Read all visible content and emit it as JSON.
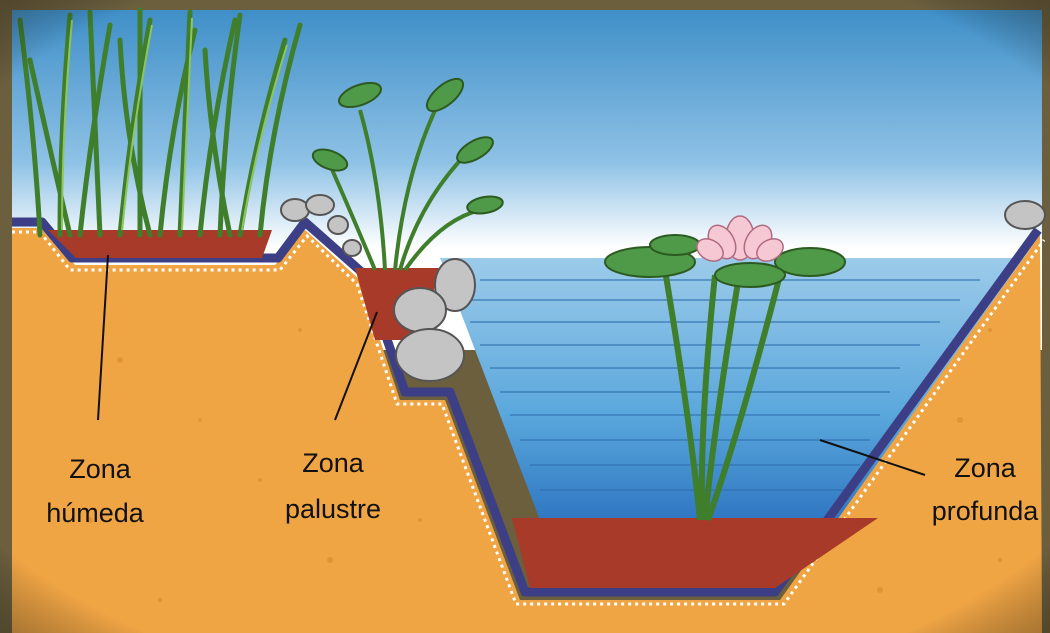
{
  "labels": {
    "zona_humeda": {
      "line1": "Zona",
      "line2": "húmeda"
    },
    "zona_palustre": {
      "line1": "Zona",
      "line2": "palustre"
    },
    "zona_profunda": {
      "line1": "Zona",
      "line2": "profunda"
    }
  },
  "colors": {
    "border": "#6b5f3e",
    "sky_top": "#3f8fc8",
    "sky_bottom": "#ffffff",
    "ground": "#f0a545",
    "liner": "#3d3f86",
    "soil": "#a83a2a",
    "water": "#6fb6e0",
    "grass": "#5a9a3a",
    "lily_pad": "#4e9a48",
    "flower": "#f6c8d4",
    "stone": "#b8b8b8"
  }
}
